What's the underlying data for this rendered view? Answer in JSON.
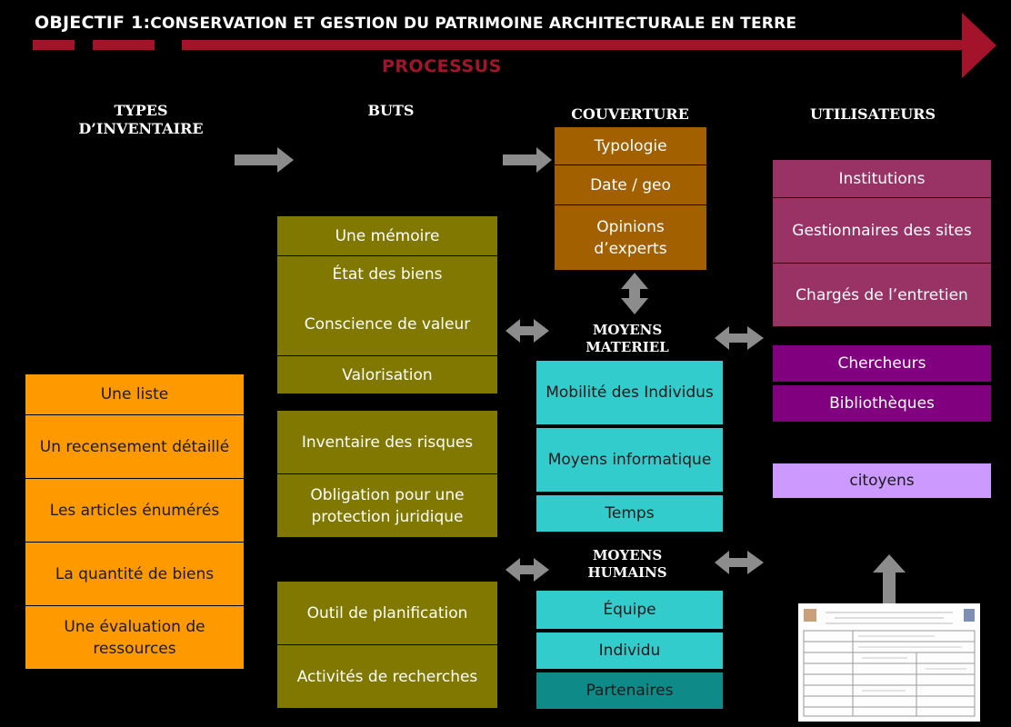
{
  "title": {
    "main": "OBJECTIF 1:",
    "rest": "CONSERVATION ET GESTION DU PATRIMOINE ARCHITECTURALE EN TERRE"
  },
  "process_label": "PROCESSUS",
  "headers": {
    "types": "TYPES D’INVENTAIRE",
    "buts": "BUTS",
    "couverture": "COUVERTURE",
    "utilisateurs": "UTILISATEURS"
  },
  "types_inventaire": [
    "Une liste",
    "Un recensement détaillé",
    "Les articles énumérés",
    "La quantité de biens",
    "Une évaluation de ressources"
  ],
  "buts": {
    "group1": [
      "Une mémoire",
      "État des biens",
      "Conscience de valeur",
      "Valorisation"
    ],
    "group2": [
      "Inventaire des risques",
      "Obligation pour une protection juridique"
    ],
    "group3": [
      "Outil de planification",
      "Activités de recherches"
    ]
  },
  "couverture": [
    "Typologie",
    "Date / geo",
    "Opinions d’experts"
  ],
  "moyens_materiel": {
    "label": "MOYENS MATERIEL",
    "items": [
      "Mobilité des Individus",
      "Moyens informatique",
      "Temps"
    ]
  },
  "moyens_humains": {
    "label": "MOYENS HUMAINS",
    "items": [
      "Équipe",
      "Individu",
      "Partenaires"
    ]
  },
  "utilisateurs": {
    "group1": [
      "Institutions",
      "Gestionnaires des sites",
      "Chargés de l’entretien"
    ],
    "group2": [
      "Chercheurs",
      "Bibliothèques"
    ],
    "group3": [
      "citoyens"
    ]
  },
  "colors": {
    "accent": "#a3142a",
    "orange": "#fe9900",
    "olive": "#807800",
    "brown": "#a26000",
    "teal": "#33cccc",
    "dark_teal": "#0e8a88",
    "rose": "#993366",
    "purple": "#800080",
    "lilac": "#cc99ff",
    "arrow": "#8c8c8c"
  }
}
